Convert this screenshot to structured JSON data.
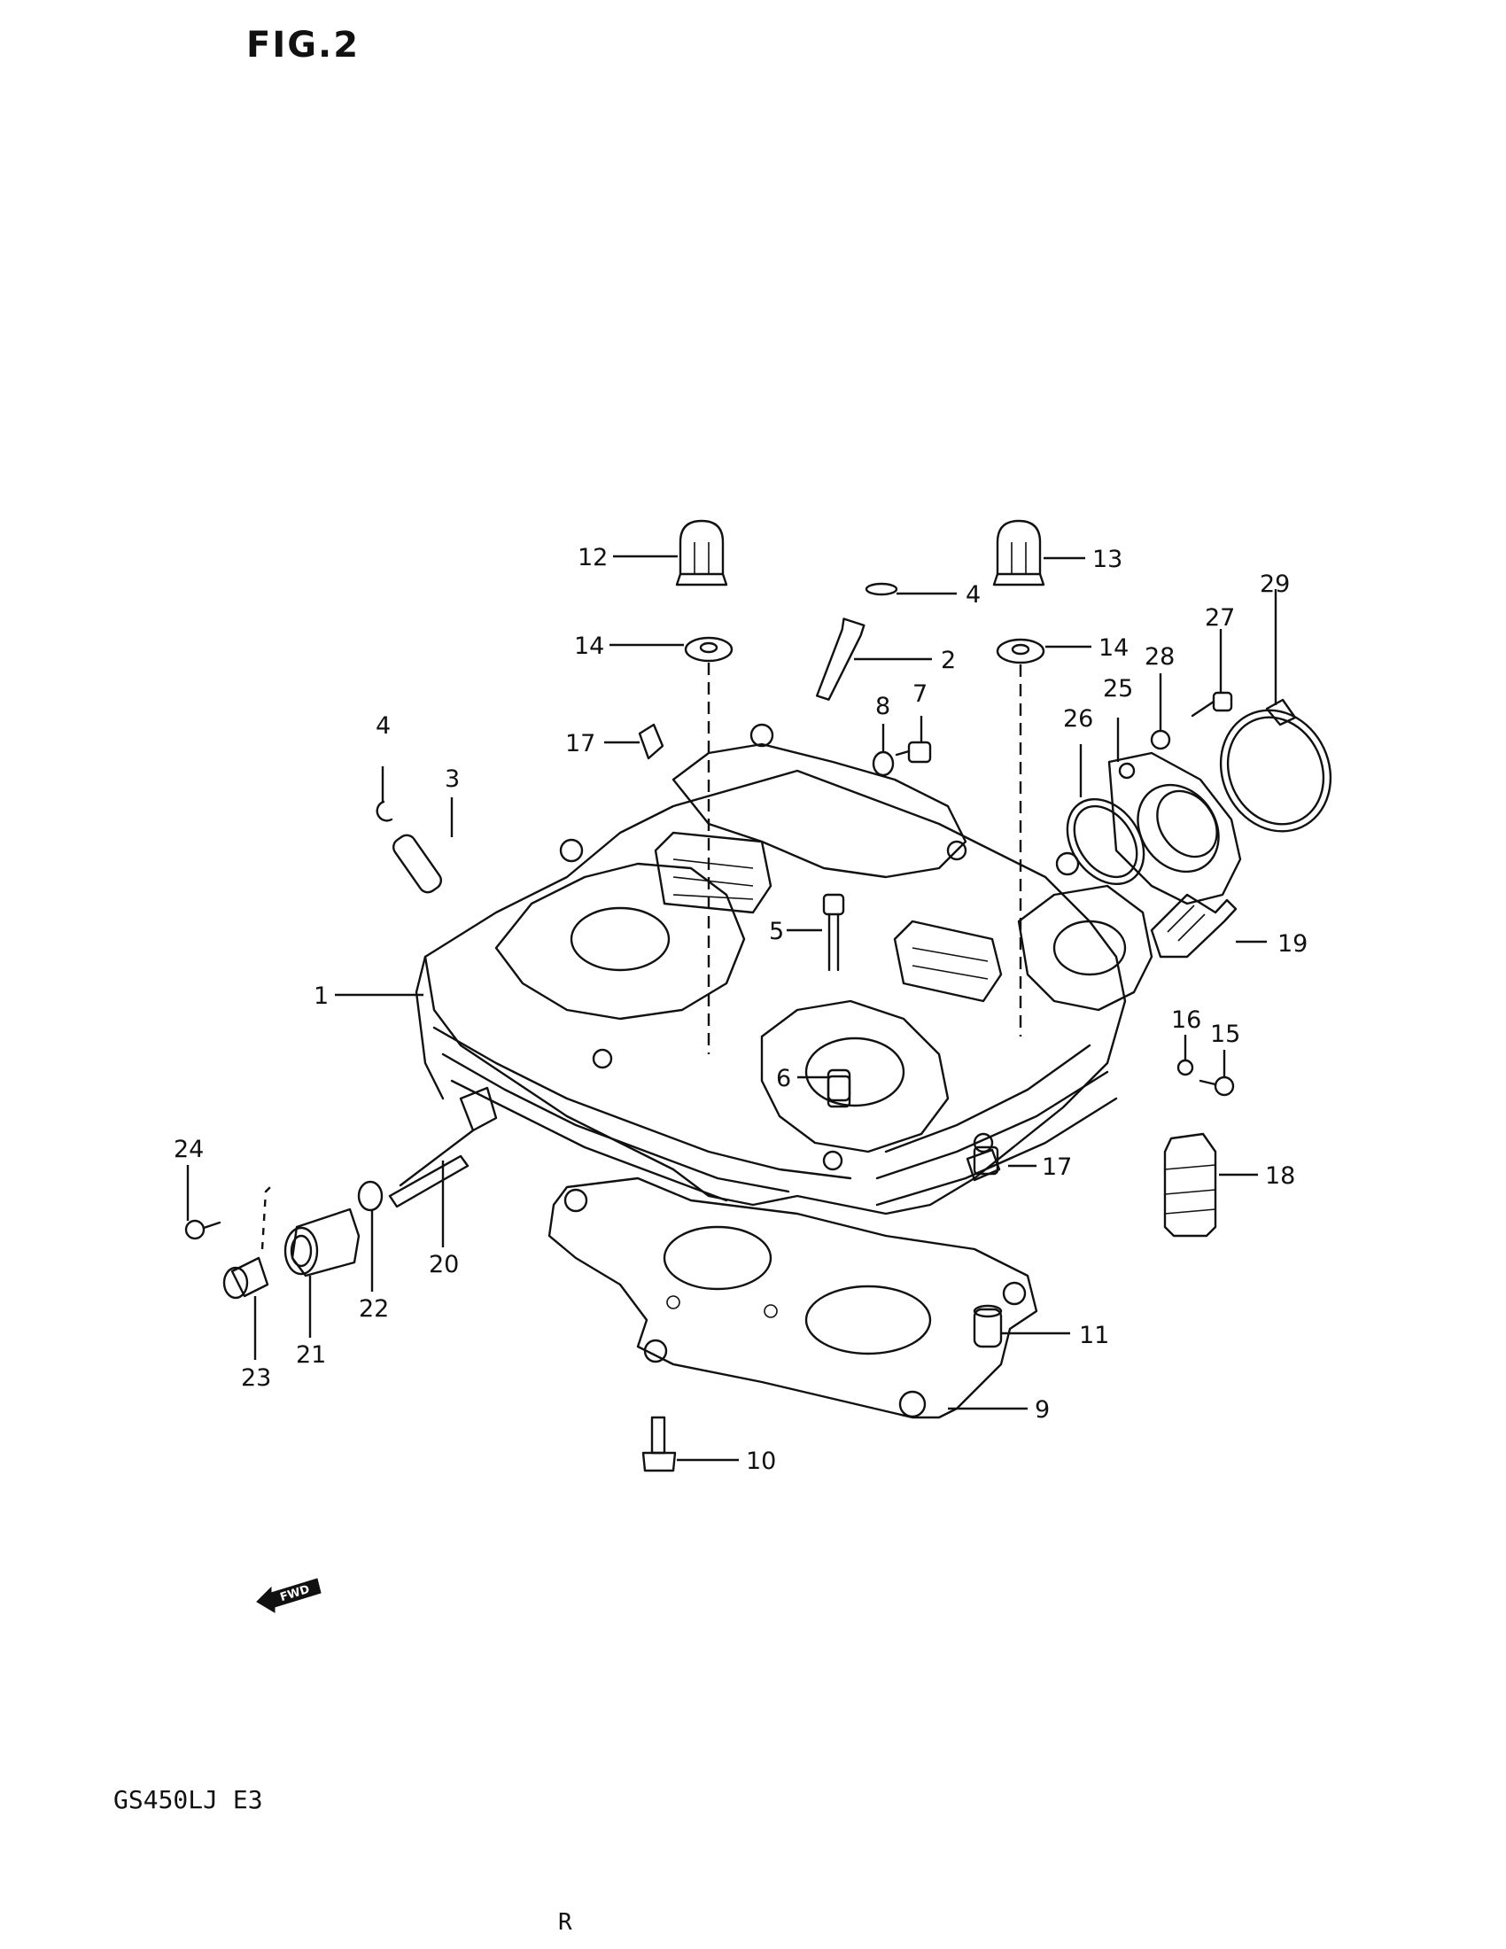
{
  "figure_title": "FIG.2",
  "model_code": "GS450LJ E3",
  "page_mark": "R",
  "fwd_label": "FWD",
  "callouts": [
    {
      "id": "c12",
      "text": "12"
    },
    {
      "id": "c13",
      "text": "13"
    },
    {
      "id": "c4a",
      "text": "4"
    },
    {
      "id": "c14a",
      "text": "14"
    },
    {
      "id": "c2",
      "text": "2"
    },
    {
      "id": "c14b",
      "text": "14"
    },
    {
      "id": "c29",
      "text": "29"
    },
    {
      "id": "c27",
      "text": "27"
    },
    {
      "id": "c28",
      "text": "28"
    },
    {
      "id": "c25",
      "text": "25"
    },
    {
      "id": "c26",
      "text": "26"
    },
    {
      "id": "c8",
      "text": "8"
    },
    {
      "id": "c7",
      "text": "7"
    },
    {
      "id": "c17a",
      "text": "17"
    },
    {
      "id": "c4b",
      "text": "4"
    },
    {
      "id": "c3",
      "text": "3"
    },
    {
      "id": "c5",
      "text": "5"
    },
    {
      "id": "c19",
      "text": "19"
    },
    {
      "id": "c1",
      "text": "1"
    },
    {
      "id": "c16",
      "text": "16"
    },
    {
      "id": "c15",
      "text": "15"
    },
    {
      "id": "c6",
      "text": "6"
    },
    {
      "id": "c24",
      "text": "24"
    },
    {
      "id": "c17b",
      "text": "17"
    },
    {
      "id": "c18",
      "text": "18"
    },
    {
      "id": "c20",
      "text": "20"
    },
    {
      "id": "c22",
      "text": "22"
    },
    {
      "id": "c21",
      "text": "21"
    },
    {
      "id": "c23",
      "text": "23"
    },
    {
      "id": "c11",
      "text": "11"
    },
    {
      "id": "c9",
      "text": "9"
    },
    {
      "id": "c10",
      "text": "10"
    }
  ]
}
